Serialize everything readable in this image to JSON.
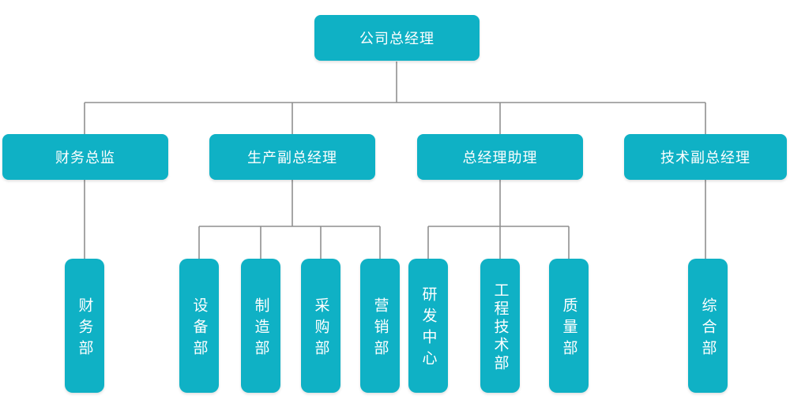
{
  "org": {
    "root": {
      "label": "公司总经理"
    },
    "branches": [
      {
        "label": "财务总监",
        "children": [
          {
            "label": "财务部"
          }
        ]
      },
      {
        "label": "生产副总经理",
        "children": [
          {
            "label": "设备部"
          },
          {
            "label": "制造部"
          },
          {
            "label": "采购部"
          },
          {
            "label": "营销部"
          }
        ]
      },
      {
        "label": "总经理助理",
        "children": [
          {
            "label": "研发中心"
          },
          {
            "label": "工程技术部"
          },
          {
            "label": "质量部"
          }
        ]
      },
      {
        "label": "技术副总经理",
        "children": [
          {
            "label": "综合部"
          }
        ]
      }
    ]
  },
  "colors": {
    "box_fill": "#0FB1C5",
    "connector": "#8F8F8F",
    "label_text": "#FFFFFF",
    "background": "#FFFFFF"
  }
}
